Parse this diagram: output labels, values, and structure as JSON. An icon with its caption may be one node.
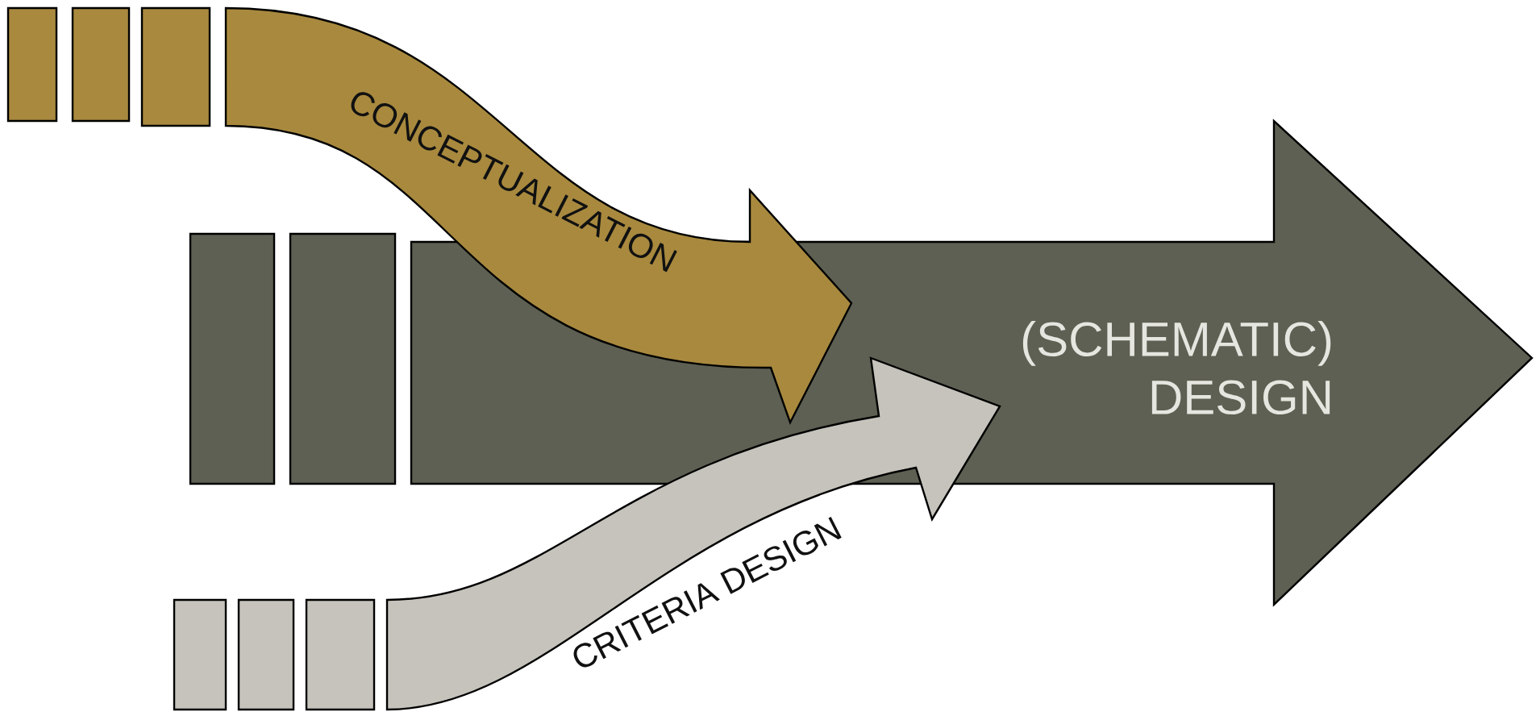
{
  "diagram": {
    "nodes": [
      {
        "text": [
          "CONCEPTUALIZATION"
        ]
      },
      {
        "text": [
          "(SCHEMATIC) DESIGN"
        ]
      },
      {
        "text": [
          "CRITERIA DESIGN"
        ]
      }
    ]
  }
}
